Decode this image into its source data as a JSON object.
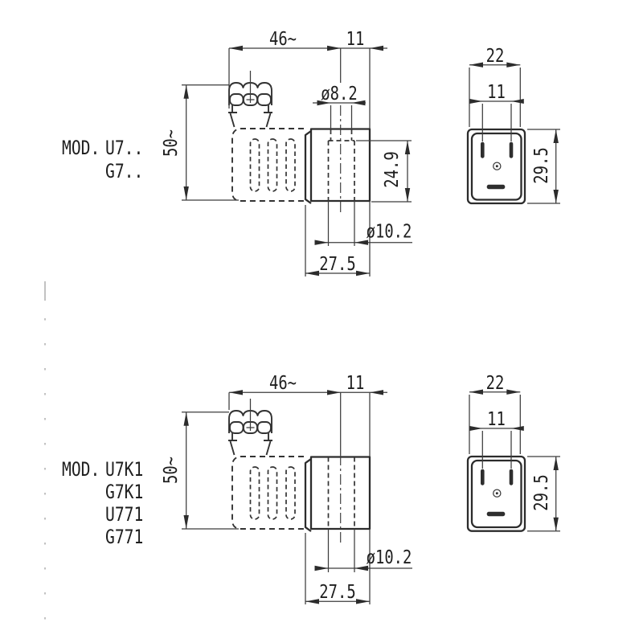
{
  "colors": {
    "background": "#ffffff",
    "line": "#2c2c2c",
    "faint_mark": "#b3b3b3"
  },
  "views": {
    "top": {
      "model": {
        "prefix": "MOD.",
        "models": [
          "U7..",
          "G7.."
        ]
      },
      "dims": {
        "overall_width": "46~",
        "tube_offset": "11",
        "coil_height": "50~",
        "bore_small": "ø8.2",
        "bore_depth": "24.9",
        "bore_large": "ø10.2",
        "body_width": "27.5"
      },
      "connector": {
        "width": "22",
        "pin_spacing": "11",
        "height": "29.5"
      }
    },
    "bottom": {
      "model": {
        "prefix": "MOD.",
        "models": [
          "U7K1",
          "G7K1",
          "U771",
          "G771"
        ]
      },
      "dims": {
        "overall_width": "46~",
        "tube_offset": "11",
        "coil_height": "50~",
        "bore_large": "ø10.2",
        "body_width": "27.5"
      },
      "connector": {
        "width": "22",
        "pin_spacing": "11",
        "height": "29.5"
      }
    }
  }
}
